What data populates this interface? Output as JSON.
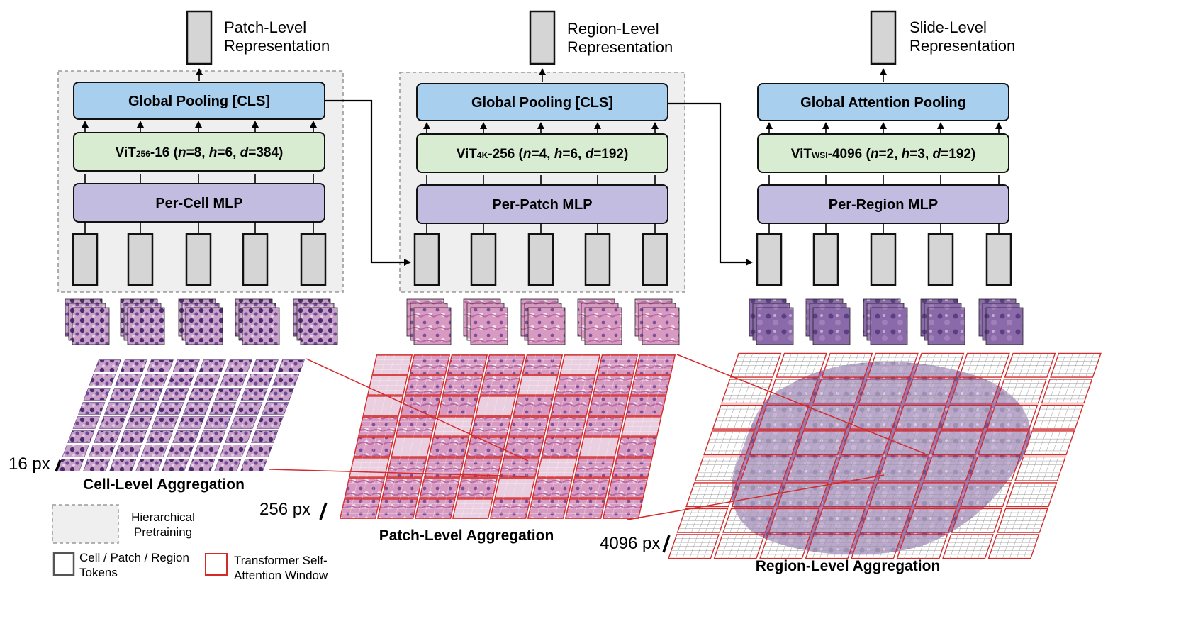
{
  "representations": [
    {
      "line1": "Patch-Level",
      "line2": "Representation"
    },
    {
      "line1": "Region-Level",
      "line2": "Representation"
    },
    {
      "line1": "Slide-Level",
      "line2": "Representation"
    }
  ],
  "stages": [
    {
      "pooling": "Global Pooling [CLS]",
      "vit": {
        "base": "ViT",
        "sub": "256",
        "suffix": "-16 (",
        "n": "n",
        "n_val": "=8, ",
        "h": "h",
        "h_val": "=6, ",
        "d": "d",
        "d_val": "=384)"
      },
      "mlp": "Per-Cell MLP",
      "aggregation": "Cell-Level Aggregation",
      "scale": "16 px"
    },
    {
      "pooling": "Global Pooling [CLS]",
      "vit": {
        "base": "ViT",
        "sub": "4K",
        "suffix": "-256 (",
        "n": "n",
        "n_val": "=4, ",
        "h": "h",
        "h_val": "=6, ",
        "d": "d",
        "d_val": "=192)"
      },
      "mlp": "Per-Patch MLP",
      "aggregation": "Patch-Level Aggregation",
      "scale": "256 px"
    },
    {
      "pooling": "Global Attention Pooling",
      "vit": {
        "base": "ViT",
        "sub": "WSI",
        "suffix": "-4096 (",
        "n": "n",
        "n_val": "=2, ",
        "h": "h",
        "h_val": "=3, ",
        "d": "d",
        "d_val": "=192)"
      },
      "mlp": "Per-Region MLP",
      "aggregation": "Region-Level Aggregation",
      "scale": "4096 px"
    }
  ],
  "legend": {
    "hierarchical": {
      "line1": "Hierarchical",
      "line2": "Pretraining"
    },
    "tokens": {
      "line1": "Cell / Patch / Region",
      "line2": "Tokens"
    },
    "window": {
      "line1": "Transformer Self-",
      "line2": "Attention Window"
    }
  },
  "colors": {
    "pooling": "#a9cfee",
    "vit": "#d8ecd2",
    "mlp": "#c2bde0",
    "token": "#d5d5d5",
    "pretrain_bg": "#efefef",
    "window": "#d42a2a",
    "tissue_pink": "#c88bb8",
    "tissue_purple": "#6e4f93"
  }
}
